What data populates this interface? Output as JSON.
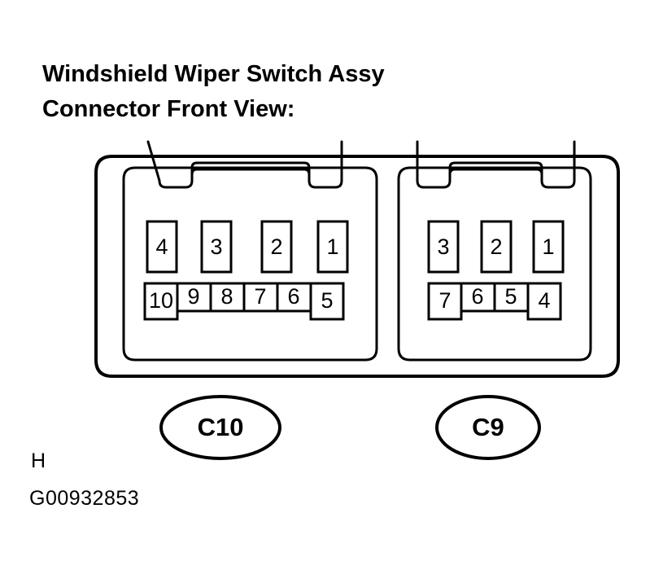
{
  "document": {
    "title_lines": [
      "Windshield Wiper Switch Assy",
      "Connector Front View:"
    ]
  },
  "diagram": {
    "type": "connector-pinout-front-view",
    "stroke_color": "#000000",
    "background_color": "#ffffff",
    "connectors": [
      {
        "id": "C10",
        "label": "C10",
        "position": "left",
        "pin_count": 10,
        "rows": [
          {
            "row": "top",
            "style": "separated",
            "pins": [
              {
                "number": "4"
              },
              {
                "number": "3"
              },
              {
                "number": "2"
              },
              {
                "number": "1"
              }
            ]
          },
          {
            "row": "bottom",
            "style": "contiguous-strip",
            "pins": [
              {
                "number": "10",
                "extended": true
              },
              {
                "number": "9",
                "extended": false
              },
              {
                "number": "8",
                "extended": false
              },
              {
                "number": "7",
                "extended": false
              },
              {
                "number": "6",
                "extended": false
              },
              {
                "number": "5",
                "extended": true
              }
            ]
          }
        ]
      },
      {
        "id": "C9",
        "label": "C9",
        "position": "right",
        "pin_count": 7,
        "rows": [
          {
            "row": "top",
            "style": "separated",
            "pins": [
              {
                "number": "3"
              },
              {
                "number": "2"
              },
              {
                "number": "1"
              }
            ]
          },
          {
            "row": "bottom",
            "style": "contiguous-strip",
            "pins": [
              {
                "number": "7",
                "extended": true
              },
              {
                "number": "6",
                "extended": false
              },
              {
                "number": "5",
                "extended": false
              },
              {
                "number": "4",
                "extended": true
              }
            ]
          }
        ]
      }
    ]
  },
  "footer": {
    "letter": "H",
    "figure_code": "G00932853"
  }
}
